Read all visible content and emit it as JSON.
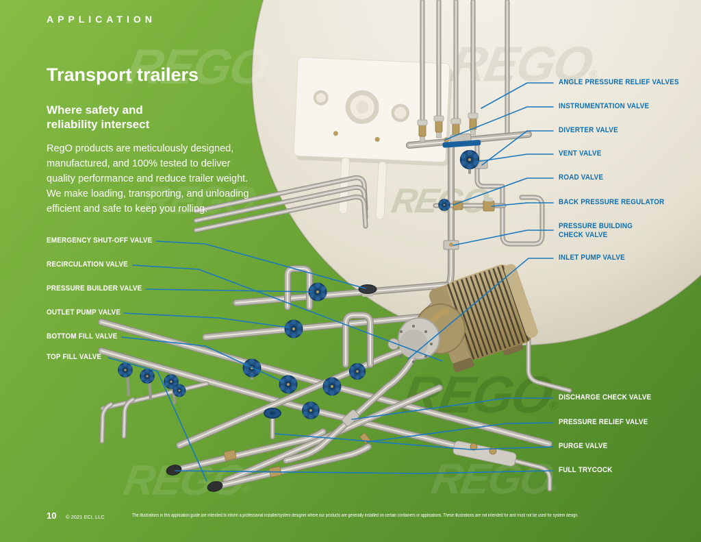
{
  "header": {
    "eyebrow": "APPLICATION"
  },
  "intro": {
    "title": "Transport trailers",
    "subtitle": "Where safety and\nreliability intersect",
    "body": "RegO products are meticulously designed, manufactured, and 100% tested to deliver quality performance and reduce trailer weight. We make loading, transporting, and unloading efficient and safe to keep you rolling."
  },
  "diagram": {
    "labels_right": [
      "ANGLE PRESSURE RELIEF VALVES",
      "INSTRUMENTATION VALVE",
      "DIVERTER VALVE",
      "VENT VALVE",
      "ROAD VALVE",
      "BACK PRESSURE REGULATOR",
      "PRESSURE BUILDING\nCHECK VALVE",
      "INLET PUMP VALVE"
    ],
    "labels_left": [
      "EMERGENCY SHUT-OFF VALVE",
      "RECIRCULATION VALVE",
      "PRESSURE BUILDER VALVE",
      "OUTLET PUMP VALVE",
      "BOTTOM FILL VALVE",
      "TOP FILL VALVE"
    ],
    "labels_bottom_right": [
      "DISCHARGE CHECK VALVE",
      "PRESSURE RELIEF VALVE",
      "PURGE VALVE",
      "FULL TRYCOCK"
    ]
  },
  "watermark": {
    "text": "REGO",
    "registered": "®"
  },
  "footer": {
    "page_number": "10",
    "copyright": "© 2021 ECI, LLC",
    "disclaimer": "The illustrations in this application guide are intended to inform a professional installer/system designer where our products are generally installed on certain containers or applications. These illustrations are not intended for and must not be used for system design."
  },
  "colors": {
    "background_top": "#87bc45",
    "background_bottom": "#4c8428",
    "label_blue": "#0e6fb2",
    "leader_blue": "#1b78be",
    "tank_cream": "#ece8db",
    "pipe_gray": "#bdbab1",
    "handwheel_blue": "#1f5183",
    "brass": "#b89b5f",
    "pump_tan": "#b3a077",
    "text_white": "#ffffff"
  }
}
